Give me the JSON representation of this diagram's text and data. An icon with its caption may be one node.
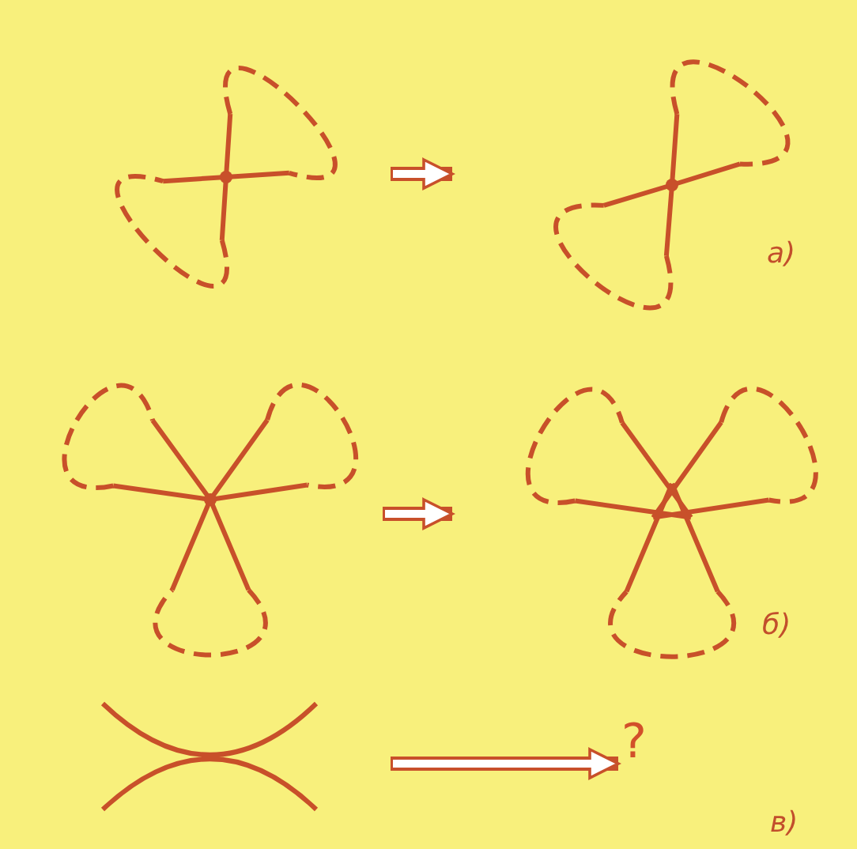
{
  "diagram": {
    "nodes": [
      {
        "text": [],
        "shape": "picture"
      },
      {
        "text": [],
        "shape": "picture"
      },
      {
        "text": [],
        "shape": "picture"
      },
      {
        "text": [],
        "shape": "picture"
      },
      {
        "text": [],
        "shape": "picture"
      },
      {
        "text": [
          "?"
        ]
      }
    ],
    "edges": [
      {
        "from": 0,
        "to": 1,
        "arrow": "to"
      },
      {
        "from": 2,
        "to": 3,
        "arrow": "to"
      },
      {
        "from": 4,
        "to": 5,
        "arrow": "to"
      }
    ],
    "labels": [
      "а)",
      "б)",
      "в)"
    ]
  }
}
